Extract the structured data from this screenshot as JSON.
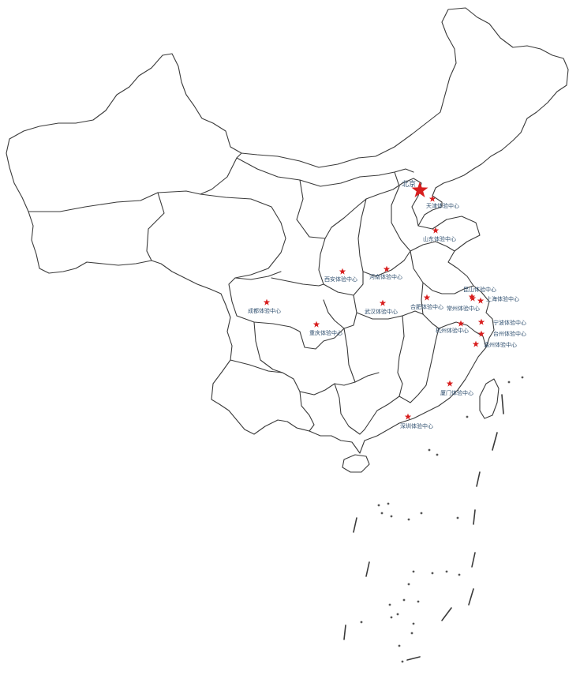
{
  "colors": {
    "star": "#d81e1e",
    "label": "#2f4f6f",
    "border": "#3a3a3a"
  },
  "capital": {
    "label": "北京"
  },
  "centers": [
    {
      "id": "tianjin",
      "label": "天津体验中心"
    },
    {
      "id": "shandong",
      "label": "山东体验中心"
    },
    {
      "id": "xian",
      "label": "西安体验中心"
    },
    {
      "id": "henan",
      "label": "河南体验中心"
    },
    {
      "id": "chengdu",
      "label": "成都体验中心"
    },
    {
      "id": "wuhan",
      "label": "武汉体验中心"
    },
    {
      "id": "hefei",
      "label": "合肥体验中心"
    },
    {
      "id": "kunshan",
      "label": "昆山体验中心"
    },
    {
      "id": "changzhou",
      "label": "常州体验中心"
    },
    {
      "id": "shanghai",
      "label": "上海体验中心"
    },
    {
      "id": "chongqing",
      "label": "重庆体验中心"
    },
    {
      "id": "hangzhou",
      "label": "杭州体验中心"
    },
    {
      "id": "ningbo",
      "label": "宁波体验中心"
    },
    {
      "id": "taizhou",
      "label": "台州体验中心"
    },
    {
      "id": "wenzhou",
      "label": "温州体验中心"
    },
    {
      "id": "xiamen",
      "label": "厦门体验中心"
    },
    {
      "id": "shenzhen",
      "label": "深圳体验中心"
    }
  ]
}
